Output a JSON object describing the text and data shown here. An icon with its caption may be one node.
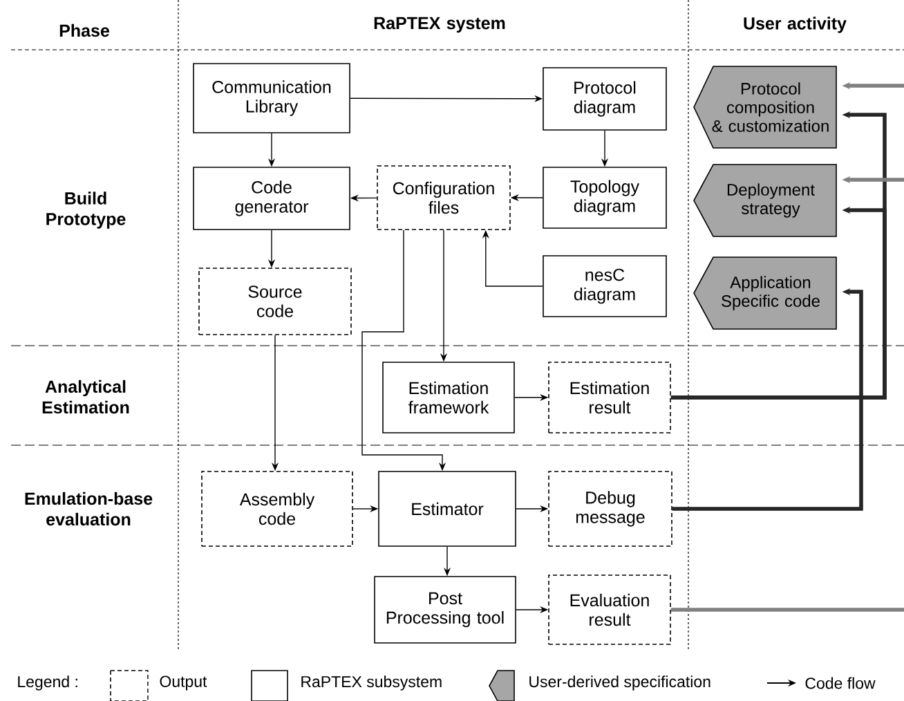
{
  "diagram": {
    "nodes": [
      {
        "text": [
          "Communication Library"
        ]
      },
      {
        "text": [
          "Protocol diagram"
        ]
      },
      {
        "text": [
          "Code generator"
        ]
      },
      {
        "text": [
          "Configuration files"
        ]
      },
      {
        "text": [
          "Topology diagram"
        ]
      },
      {
        "text": [
          "Source code"
        ]
      },
      {
        "text": [
          "nesC diagram"
        ]
      },
      {
        "text": [
          "Protocol composition & customization"
        ]
      },
      {
        "text": [
          "Deployment strategy"
        ]
      },
      {
        "text": [
          "Application Specific code"
        ]
      },
      {
        "text": [
          "Estimation framework"
        ]
      },
      {
        "text": [
          "Estimation result"
        ]
      },
      {
        "text": [
          "Assembly code"
        ]
      },
      {
        "text": [
          "Estimator"
        ]
      },
      {
        "text": [
          "Debug message"
        ]
      },
      {
        "text": [
          "Post Processing tool"
        ]
      },
      {
        "text": [
          "Evaluation result"
        ]
      }
    ],
    "edges": [
      {
        "from": 0,
        "to": 1,
        "arrow": "to"
      },
      {
        "from": 0,
        "to": 2,
        "arrow": "to"
      },
      {
        "from": 1,
        "to": 4,
        "arrow": "to"
      },
      {
        "from": 4,
        "to": 3,
        "arrow": "to"
      },
      {
        "from": 3,
        "to": 2,
        "arrow": "to"
      },
      {
        "from": 2,
        "to": 5,
        "arrow": "to"
      },
      {
        "from": 6,
        "to": 3,
        "arrow": "to"
      },
      {
        "from": 3,
        "to": 10,
        "arrow": "to"
      },
      {
        "from": 3,
        "to": 13,
        "arrow": "to"
      },
      {
        "from": 5,
        "to": 12,
        "arrow": "to"
      },
      {
        "from": 12,
        "to": 13,
        "arrow": "to"
      },
      {
        "from": 10,
        "to": 11,
        "arrow": "to"
      },
      {
        "from": 13,
        "to": 14,
        "arrow": "to"
      },
      {
        "from": 13,
        "to": 15,
        "arrow": "to"
      },
      {
        "from": 15,
        "to": 16,
        "arrow": "to"
      },
      {
        "from": 11,
        "to": 7,
        "arrow": "to",
        "style": "thick"
      },
      {
        "from": 11,
        "to": 8,
        "arrow": "to",
        "style": "thick"
      },
      {
        "from": 14,
        "to": 9,
        "arrow": "to",
        "style": "thick"
      },
      {
        "from": 16,
        "to": null,
        "arrow": "none",
        "style": "thick",
        "color": "#808080"
      },
      {
        "from": null,
        "to": 7,
        "arrow": "to",
        "style": "thick",
        "color": "#808080"
      },
      {
        "from": null,
        "to": 8,
        "arrow": "to",
        "style": "thick",
        "color": "#808080"
      }
    ],
    "labels": [
      "Phase",
      "RaPTEX system",
      "User activity",
      "Build Prototype",
      "Analytical Estimation",
      "Emulation-base evaluation",
      "Legend :"
    ],
    "legend": [
      {
        "text": "Output"
      },
      {
        "text": "RaPTEX subsystem"
      },
      {
        "text": "User-derived specification"
      },
      {
        "text": "Code flow"
      }
    ]
  }
}
